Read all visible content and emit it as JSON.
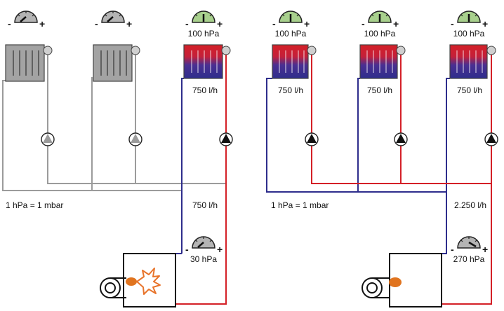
{
  "colors": {
    "supply": "#d42027",
    "return": "#2e2d8c",
    "idle_pipe": "#9b9b9b",
    "gauge_active": "#a8d08d",
    "gauge_idle": "#b4b4b4",
    "radiator_idle": "#a3a3a3",
    "flame": "#e8742b",
    "burner": "#e0741f"
  },
  "left": {
    "gauges": [
      {
        "sign_minus": "-",
        "sign_plus": "+",
        "label": "",
        "state": "idle"
      },
      {
        "sign_minus": "-",
        "sign_plus": "+",
        "label": "",
        "state": "idle"
      },
      {
        "sign_minus": "-",
        "sign_plus": "+",
        "label": "100 hPa",
        "state": "active"
      }
    ],
    "radiators": [
      {
        "flow": "",
        "state": "off"
      },
      {
        "flow": "",
        "state": "off"
      },
      {
        "flow": "750 l/h",
        "state": "on"
      }
    ],
    "unit_note": "1 hPa = 1 mbar",
    "main_flow": "750 l/h",
    "boiler_gauge": {
      "sign_minus": "-",
      "sign_plus": "+",
      "label": "30 hPa"
    }
  },
  "right": {
    "gauges": [
      {
        "sign_minus": "-",
        "sign_plus": "+",
        "label": "100 hPa",
        "state": "active"
      },
      {
        "sign_minus": "-",
        "sign_plus": "+",
        "label": "100 hPa",
        "state": "active"
      },
      {
        "sign_minus": "-",
        "sign_plus": "+",
        "label": "100 hPa",
        "state": "active"
      }
    ],
    "radiators": [
      {
        "flow": "750 l/h",
        "state": "on"
      },
      {
        "flow": "750 l/h",
        "state": "on"
      },
      {
        "flow": "750 l/h",
        "state": "on"
      }
    ],
    "unit_note": "1 hPa = 1 mbar",
    "main_flow": "2.250 l/h",
    "boiler_gauge": {
      "sign_minus": "-",
      "sign_plus": "+",
      "label": "270 hPa"
    }
  }
}
